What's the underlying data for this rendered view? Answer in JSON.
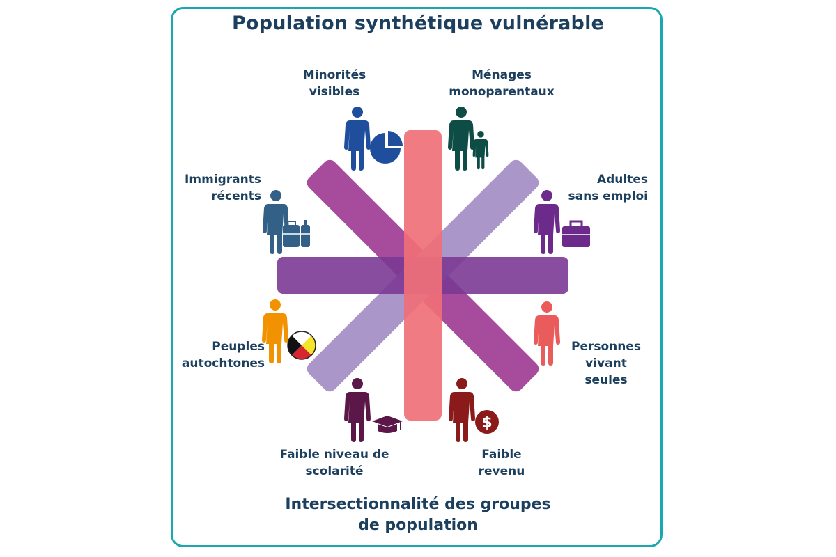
{
  "title": "Population synthétique vulnérable",
  "footer": "Intersectionnalité des groupes\nde population",
  "groups": [
    {
      "label": "Minorités\nvisibles",
      "icon": "pie-chart-icon",
      "color": "#1f4e9c"
    },
    {
      "label": "Ménages\nmonoparentaux",
      "icon": "child-icon",
      "color": "#0e4d45"
    },
    {
      "label": "Immigrants\nrécents",
      "icon": "luggage-icon",
      "color": "#336086"
    },
    {
      "label": "Adultes\nsans emploi",
      "icon": "briefcase-icon",
      "color": "#6c2a8a"
    },
    {
      "label": "Peuples\nautochtones",
      "icon": "medicine-wheel-icon",
      "color": "#f39200"
    },
    {
      "label": "Personnes\nvivant\nseules",
      "icon": "person-icon",
      "color": "#ea5c5c"
    },
    {
      "label": "Faible niveau de\nscolarité",
      "icon": "graduation-cap-icon",
      "color": "#5b1747"
    },
    {
      "label": "Faible\nrevenu",
      "icon": "dollar-coin-icon",
      "color": "#8b1a1a"
    }
  ],
  "dollar_symbol": "$",
  "bar_colors": {
    "vertical": "#f07078",
    "horizontal": "#7b3a93",
    "diag1": "#a03d94",
    "diag2": "#a48dc4"
  },
  "frame_color": "#1aa7b0"
}
